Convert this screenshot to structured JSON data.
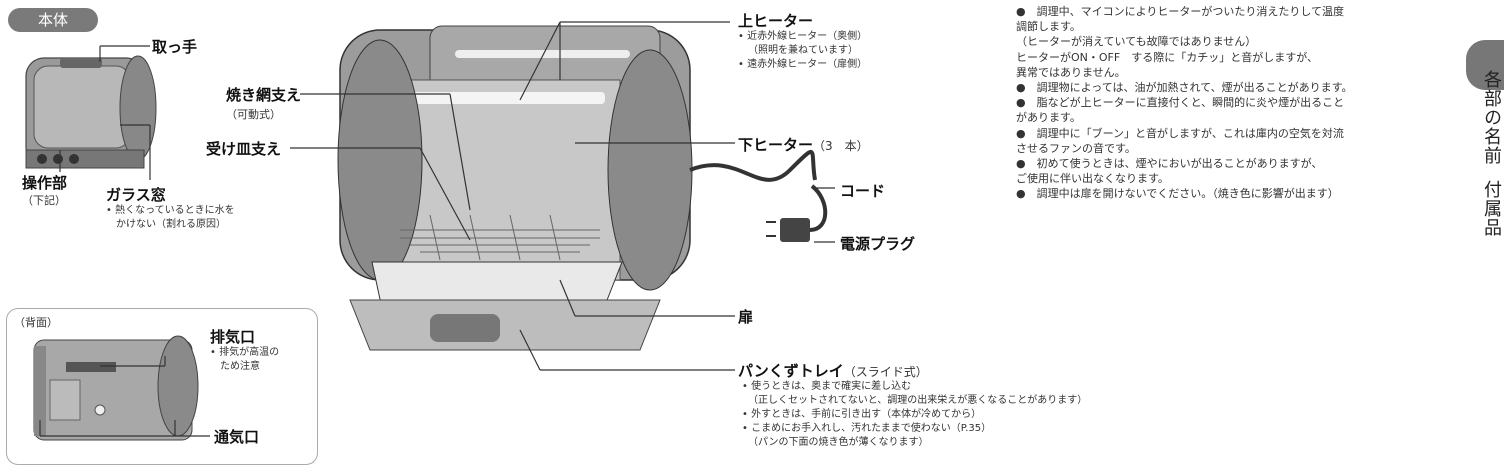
{
  "section_badge": "本体",
  "labels": {
    "handle": "取っ手",
    "control_panel": "操作部",
    "control_panel_sub": "（下記）",
    "glass_window": "ガラス窓",
    "glass_window_note_1": "熱くなっているときに水を",
    "glass_window_note_2": "かけない（割れる原因）",
    "rear_caption": "（背面）",
    "exhaust": "排気口",
    "exhaust_note_1": "排気が高温の",
    "exhaust_note_2": "ため注意",
    "vent": "通気口",
    "rack_support": "焼き網支え",
    "rack_support_sub": "（可動式）",
    "tray_support": "受け皿支え",
    "top_heater": "上ヒーター",
    "top_heater_note_1": "近赤外線ヒーター（奥側）",
    "top_heater_note_2": "（照明を兼ねています）",
    "top_heater_note_3": "遠赤外線ヒーター（扉側）",
    "bottom_heater": "下ヒーター",
    "bottom_heater_sub": "（3　本）",
    "cord": "コード",
    "plug": "電源プラグ",
    "door": "扉",
    "crumb_tray": "パンくずトレイ",
    "crumb_tray_sub": "（スライド式）",
    "crumb_note_1": "使うときは、奥まで確実に差し込む",
    "crumb_note_2": "（正しくセットされてないと、調理の出来栄えが悪くなることがあります）",
    "crumb_note_3": "外すときは、手前に引き出す（本体が冷めてから）",
    "crumb_note_4": "こまめにお手入れし、汚れたままで使わない（P.35）",
    "crumb_note_5": "（パンの下面の焼き色が薄くなります）"
  },
  "right_notes": [
    "●　調理中、マイコンによりヒーターがついたり消えたりして温度",
    "調節します。",
    "（ヒーターが消えていても故障ではありません）",
    "ヒーターがON・OFF　する際に「カチッ」と音がしますが、",
    "異常ではありません。",
    "●　調理物によっては、油が加熱されて、煙が出ることがあります。",
    "●　脂などが上ヒーターに直接付くと、瞬間的に炎や煙が出ること",
    "があります。",
    "●　調理中に「ブーン」と音がしますが、これは庫内の空気を対流",
    "させるファンの音です。",
    "●　初めて使うときは、煙やにおいが出ることがありますが、",
    "ご使用に伴い出なくなります。",
    "●　調理中は扉を開けないでください。（焼き色に影響が出ます）"
  ],
  "side_tab": {
    "text_1": "各部の名前",
    "text_2": "付属品"
  }
}
